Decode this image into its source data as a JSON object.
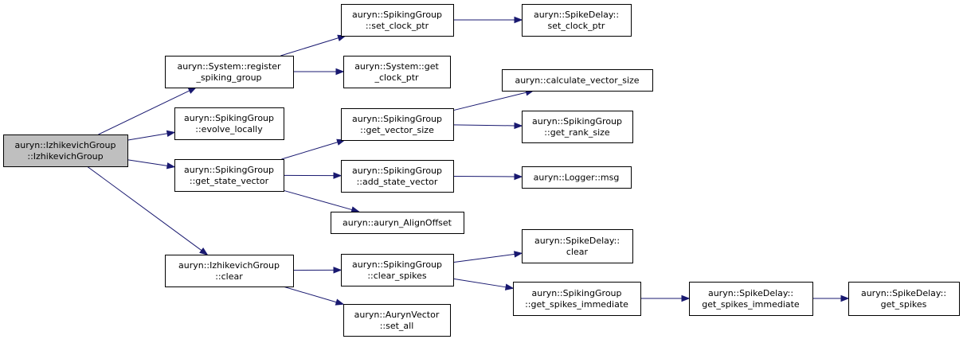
{
  "nodes": {
    "izh_ctor": {
      "lines": [
        "auryn::IzhikevichGroup",
        "::IzhikevichGroup"
      ],
      "kind": "root"
    },
    "sys_register": {
      "lines": [
        "auryn::System::register",
        "_spiking_group"
      ]
    },
    "sg_evolve": {
      "lines": [
        "auryn::SpikingGroup",
        "::evolve_locally"
      ]
    },
    "sg_get_state": {
      "lines": [
        "auryn::SpikingGroup",
        "::get_state_vector"
      ]
    },
    "izh_clear": {
      "lines": [
        "auryn::IzhikevichGroup",
        "::clear"
      ]
    },
    "sg_set_clock": {
      "lines": [
        "auryn::SpikingGroup",
        "::set_clock_ptr"
      ]
    },
    "sys_get_clock": {
      "lines": [
        "auryn::System::get",
        "_clock_ptr"
      ]
    },
    "sg_get_vec_size": {
      "lines": [
        "auryn::SpikingGroup",
        "::get_vector_size"
      ]
    },
    "sg_add_state": {
      "lines": [
        "auryn::SpikingGroup",
        "::add_state_vector"
      ]
    },
    "align_offset": {
      "lines": [
        "auryn::auryn_AlignOffset"
      ]
    },
    "sg_clear_spikes": {
      "lines": [
        "auryn::SpikingGroup",
        "::clear_spikes"
      ]
    },
    "av_set_all": {
      "lines": [
        "auryn::AurynVector",
        "::set_all"
      ]
    },
    "sd_set_clock": {
      "lines": [
        "auryn::SpikeDelay::",
        "set_clock_ptr"
      ]
    },
    "calc_vec_size": {
      "lines": [
        "auryn::calculate_vector_size"
      ]
    },
    "sg_get_rank": {
      "lines": [
        "auryn::SpikingGroup",
        "::get_rank_size"
      ]
    },
    "logger_msg": {
      "lines": [
        "auryn::Logger::msg"
      ]
    },
    "sd_clear": {
      "lines": [
        "auryn::SpikeDelay::",
        "clear"
      ]
    },
    "sg_get_spikes_imm": {
      "lines": [
        "auryn::SpikingGroup",
        "::get_spikes_immediate"
      ]
    },
    "sd_get_spikes_imm": {
      "lines": [
        "auryn::SpikeDelay::",
        "get_spikes_immediate"
      ]
    },
    "sd_get_spikes": {
      "lines": [
        "auryn::SpikeDelay::",
        "get_spikes"
      ]
    }
  },
  "edges": [
    [
      "izh_ctor",
      "sys_register"
    ],
    [
      "izh_ctor",
      "sg_evolve"
    ],
    [
      "izh_ctor",
      "sg_get_state"
    ],
    [
      "izh_ctor",
      "izh_clear"
    ],
    [
      "sys_register",
      "sg_set_clock"
    ],
    [
      "sys_register",
      "sys_get_clock"
    ],
    [
      "sg_set_clock",
      "sd_set_clock"
    ],
    [
      "sg_get_state",
      "sg_get_vec_size"
    ],
    [
      "sg_get_state",
      "sg_add_state"
    ],
    [
      "sg_get_state",
      "align_offset"
    ],
    [
      "sg_get_vec_size",
      "calc_vec_size"
    ],
    [
      "sg_get_vec_size",
      "sg_get_rank"
    ],
    [
      "sg_add_state",
      "logger_msg"
    ],
    [
      "izh_clear",
      "sg_clear_spikes"
    ],
    [
      "izh_clear",
      "av_set_all"
    ],
    [
      "sg_clear_spikes",
      "sd_clear"
    ],
    [
      "sg_clear_spikes",
      "sg_get_spikes_imm"
    ],
    [
      "sg_get_spikes_imm",
      "sd_get_spikes_imm"
    ],
    [
      "sd_get_spikes_imm",
      "sd_get_spikes"
    ]
  ],
  "colors": {
    "edge": "#191970",
    "root_fill": "#bfbfbf",
    "node_fill": "#ffffff",
    "node_stroke": "#000000"
  }
}
